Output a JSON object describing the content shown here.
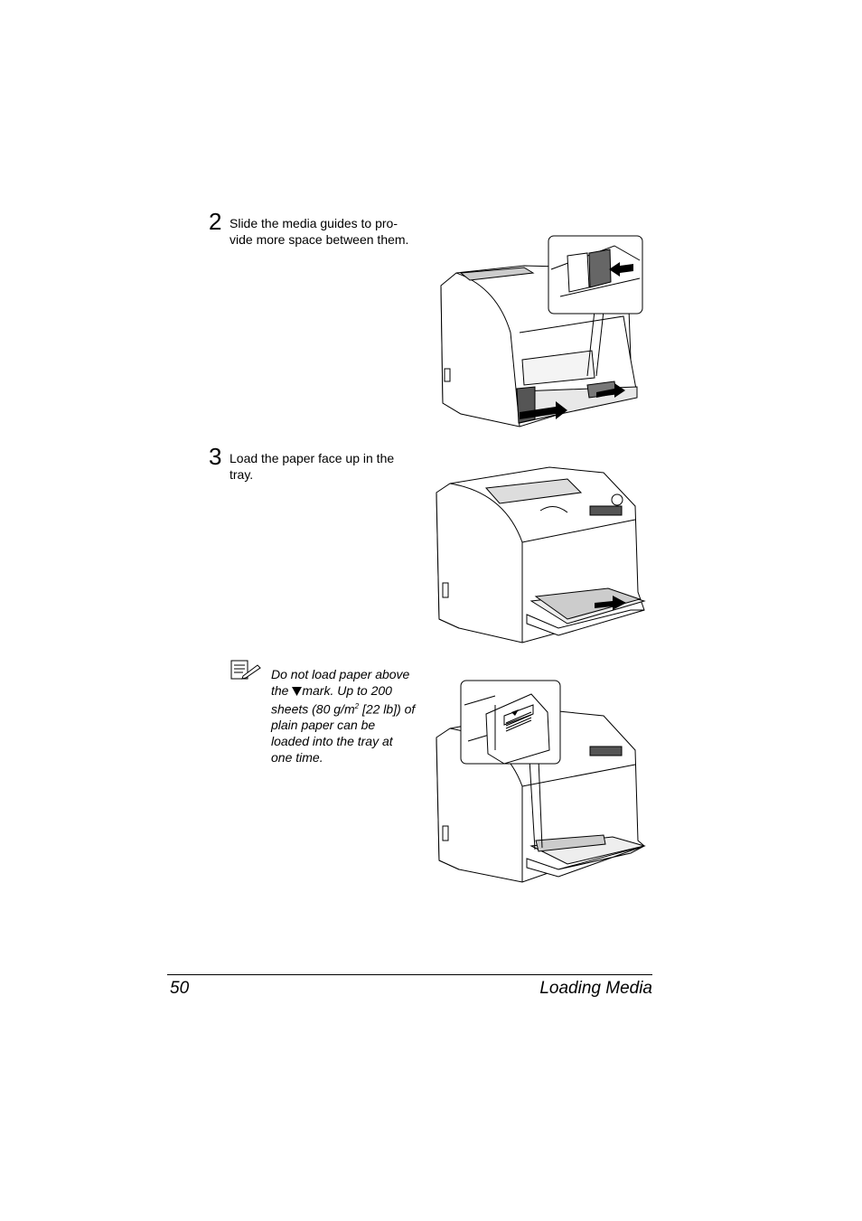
{
  "steps": [
    {
      "number": "2",
      "text_line1": "Slide the media guides to pro-",
      "text_line2": "vide more space between them."
    },
    {
      "number": "3",
      "text_line1": "Load the paper face up in the",
      "text_line2": "tray."
    }
  ],
  "note": {
    "line1": "Do not load paper above",
    "line2_a": "the",
    "line2_b": "mark. Up to 200",
    "line3_a": "sheets (80 g/m",
    "line3_sup": "2",
    "line3_b": " [22 lb]) of",
    "line4": "plain paper can be",
    "line5": "loaded into the tray at",
    "line6": "one time.",
    "icon": "note-pencil-icon"
  },
  "footer": {
    "page_number": "50",
    "section_title": "Loading Media"
  }
}
